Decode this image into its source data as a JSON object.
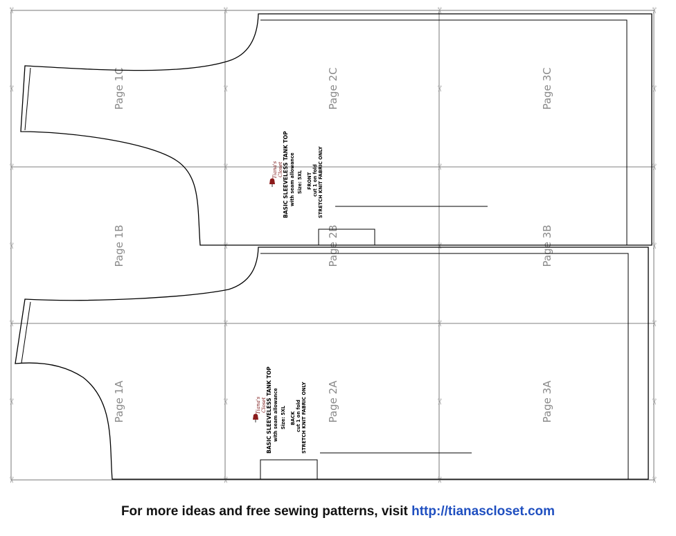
{
  "pages": [
    {
      "label": "Page 1C"
    },
    {
      "label": "Page 2C"
    },
    {
      "label": "Page 3C"
    },
    {
      "label": "Page 1B"
    },
    {
      "label": "Page 2B"
    },
    {
      "label": "Page 3B"
    },
    {
      "label": "Page 1A"
    },
    {
      "label": "Page 2A"
    },
    {
      "label": "Page 3A"
    }
  ],
  "front_piece": {
    "logo_line1": "Tiana's",
    "logo_line2": "Closet",
    "title": "BASIC SLEEVELESS TANK TOP",
    "subtitle": "with seam allowance",
    "size": "Size: 5XL",
    "piece": "FRONT",
    "instruction": "cut 1 on fold",
    "fabric_note": "STRETCH KNIT FABRIC ONLY"
  },
  "back_piece": {
    "logo_line1": "Tiana's",
    "logo_line2": "Closet",
    "title": "BASIC SLEEVELESS TANK TOP",
    "subtitle": "with seam allowance",
    "size": "Size: 5XL",
    "piece": "BACK",
    "instruction": "cut 1 on fold",
    "fabric_note": "STRETCH KNIT FABRIC ONLY"
  },
  "footer": {
    "text": "For more ideas and free sewing patterns, visit ",
    "link_text": "http://tianascloset.com"
  },
  "cut_mark_glyph": "✂"
}
